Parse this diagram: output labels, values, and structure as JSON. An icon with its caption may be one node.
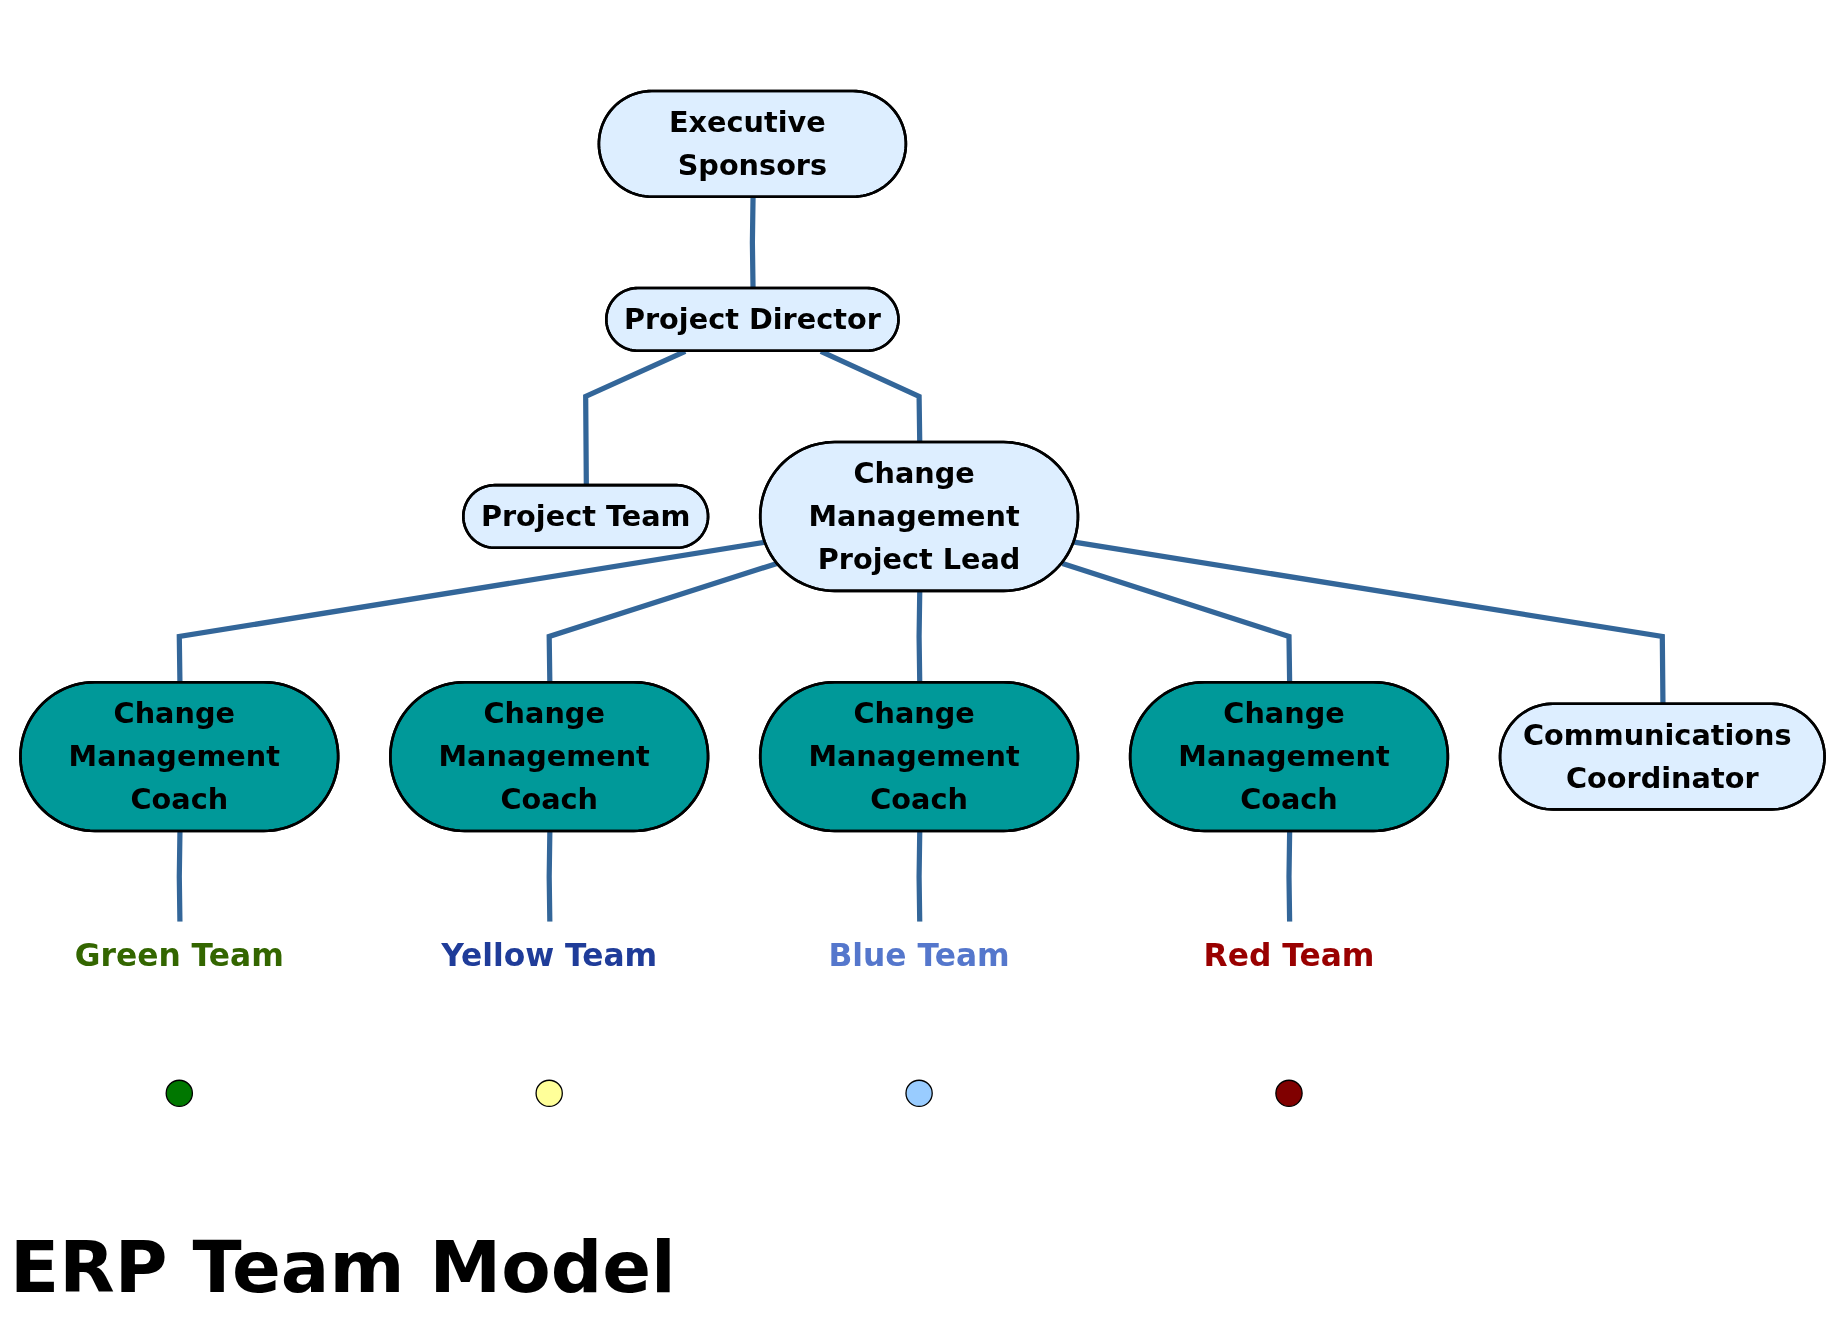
{
  "diagram": {
    "title": "ERP Team Model",
    "nodes": [
      {
        "text": [
          "Executive Sponsors"
        ]
      },
      {
        "text": [
          "Project Director"
        ]
      },
      {
        "text": [
          "Project Team"
        ]
      },
      {
        "text": [
          "Change Management Project Lead"
        ]
      },
      {
        "text": [
          "Communications Coordinator"
        ]
      },
      {
        "text": [
          "Change Management Coach"
        ]
      },
      {
        "text": [
          "Change Management Coach"
        ]
      },
      {
        "text": [
          "Change Management Coach"
        ]
      },
      {
        "text": [
          "Change Management Coach"
        ]
      },
      {
        "text": [
          "Green Team"
        ]
      },
      {
        "text": [
          "Yellow Team"
        ]
      },
      {
        "text": [
          "Blue Team"
        ]
      },
      {
        "text": [
          "Red Team"
        ]
      },
      {
        "text": [],
        "shape": "circle"
      },
      {
        "text": [],
        "shape": "circle"
      },
      {
        "text": [],
        "shape": "circle"
      },
      {
        "text": [],
        "shape": "circle"
      }
    ],
    "edges": [
      {
        "from": 0,
        "to": 1,
        "arrow": "none"
      },
      {
        "from": 1,
        "to": 2,
        "arrow": "none"
      },
      {
        "from": 1,
        "to": 3,
        "arrow": "none"
      },
      {
        "from": 3,
        "to": 4,
        "arrow": "none"
      },
      {
        "from": 3,
        "to": 5,
        "arrow": "none"
      },
      {
        "from": 3,
        "to": 6,
        "arrow": "none"
      },
      {
        "from": 3,
        "to": 7,
        "arrow": "none"
      },
      {
        "from": 3,
        "to": 8,
        "arrow": "none"
      },
      {
        "from": 5,
        "to": 9,
        "arrow": "none"
      },
      {
        "from": 6,
        "to": 10,
        "arrow": "none"
      },
      {
        "from": 7,
        "to": 11,
        "arrow": "none"
      },
      {
        "from": 8,
        "to": 12,
        "arrow": "none"
      }
    ]
  }
}
